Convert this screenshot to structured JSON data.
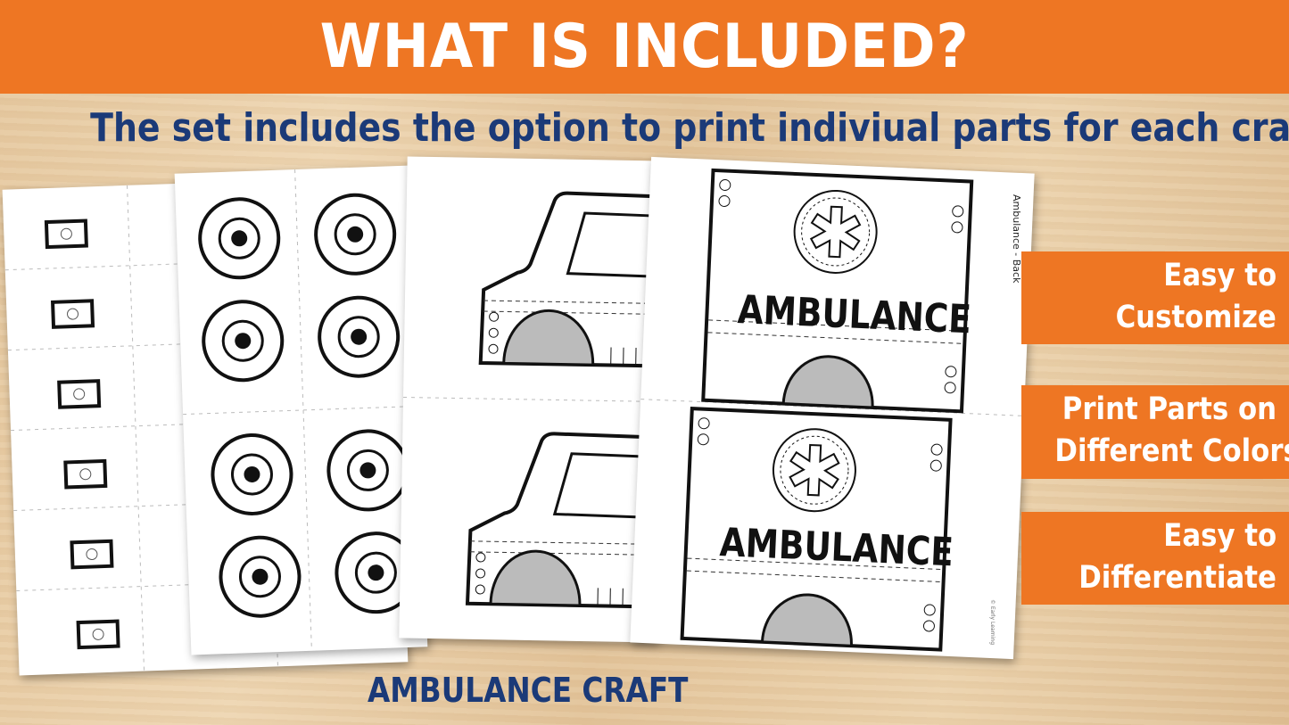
{
  "header": {
    "title": "WHAT IS INCLUDED?"
  },
  "subtitle": "The set includes the option to print indiviual parts for each craft.",
  "pages": {
    "ambulance_label_top": "AMBULANCE",
    "ambulance_label_bottom": "AMBULANCE",
    "side_label": "Ambulance - Back",
    "copyright": "© Early Learning"
  },
  "features": [
    {
      "line1": "Easy to",
      "line2": "Customize"
    },
    {
      "line1": "Print Parts on",
      "line2": "Different Colors"
    },
    {
      "line1": "Easy to",
      "line2": "Differentiate"
    }
  ],
  "footer": {
    "label": "AMBULANCE CRAFT"
  },
  "colors": {
    "accent": "#ee7623",
    "navy": "#1b3a78"
  }
}
